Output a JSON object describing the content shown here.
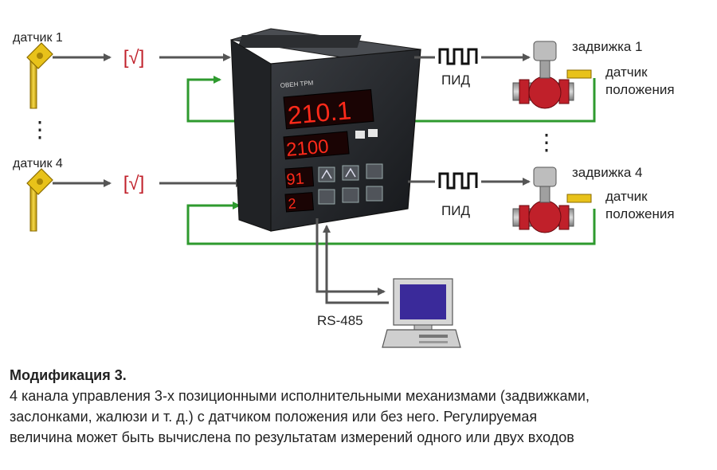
{
  "sensors": {
    "sensor1_label": "датчик 1",
    "sensor4_label": "датчик 4",
    "ellipsis": "⋮"
  },
  "sqrt_block": "[√]",
  "controller": {
    "brand": "ОВЕН ТРМ",
    "display_top": "210.1",
    "display_mid": "2100",
    "display_low1": "91",
    "display_low2": "2"
  },
  "pid_label_1": "ПИД",
  "pid_label_4": "ПИД",
  "valves": {
    "valve1_label": "задвижка 1",
    "valve4_label": "задвижка 4",
    "pos_sensor_line1": "датчик",
    "pos_sensor_line2": "положения",
    "ellipsis": "⋮"
  },
  "rs485_label": "RS-485",
  "caption": {
    "title": "Модификация 3.",
    "lines": [
      "4 канала управления 3-х позиционными исполнительными механизмами (задвижками,",
      "заслонками, жалюзи и т. д.) с датчиком положения или без него. Регулируемая",
      "величина может быть вычислена по результатам измерений одного или двух входов"
    ]
  },
  "colors": {
    "line_gray": "#555555",
    "line_green": "#2e9a2e",
    "display_red": "#ff2a1a",
    "sensor_yellow": "#e8c21a",
    "valve_red": "#c0202a",
    "monitor_screen": "#3a2a9a"
  }
}
